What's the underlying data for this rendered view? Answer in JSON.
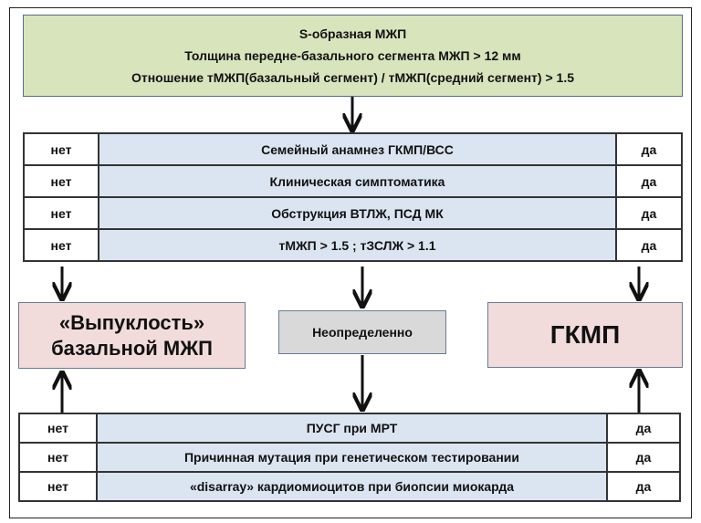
{
  "top": {
    "lines": [
      "S-образная  МЖП",
      "Толщина  передне-базального  сегмента  МЖП > 12 мм",
      "Отношение  тМЖП(базальный  сегмент) / тМЖП(средний сегмент)  > 1.5"
    ]
  },
  "table1": {
    "rows": [
      {
        "no": "нет",
        "criterion": "Семейный  анамнез  ГКМП/ВСС",
        "yes": "да"
      },
      {
        "no": "нет",
        "criterion": "Клиническая  симптоматика",
        "yes": "да"
      },
      {
        "no": "нет",
        "criterion": "Обструкция  ВТЛЖ,  ПСД  МК",
        "yes": "да"
      },
      {
        "no": "нет",
        "criterion": "тМЖП > 1.5 ;  тЗСЛЖ > 1.1",
        "yes": "да"
      }
    ]
  },
  "outcomes": {
    "left_line1": "«Выпуклость»",
    "left_line2": "базальной МЖП",
    "middle": "Неопределенно",
    "right": "ГКМП"
  },
  "table2": {
    "rows": [
      {
        "no": "нет",
        "criterion": "ПУСГ при МРТ",
        "yes": "да"
      },
      {
        "no": "нет",
        "criterion": "Причинная  мутация  при генетическом  тестировании",
        "yes": "да"
      },
      {
        "no": "нет",
        "criterion": "«disarray»  кардиомиоцитов  при биопсии  миокарда",
        "yes": "да"
      }
    ]
  },
  "colors": {
    "top": "#d8e4bc",
    "criteria": "#dbe5f1",
    "outcome": "#f2dcdb",
    "undetermined": "#d9d9d9"
  }
}
